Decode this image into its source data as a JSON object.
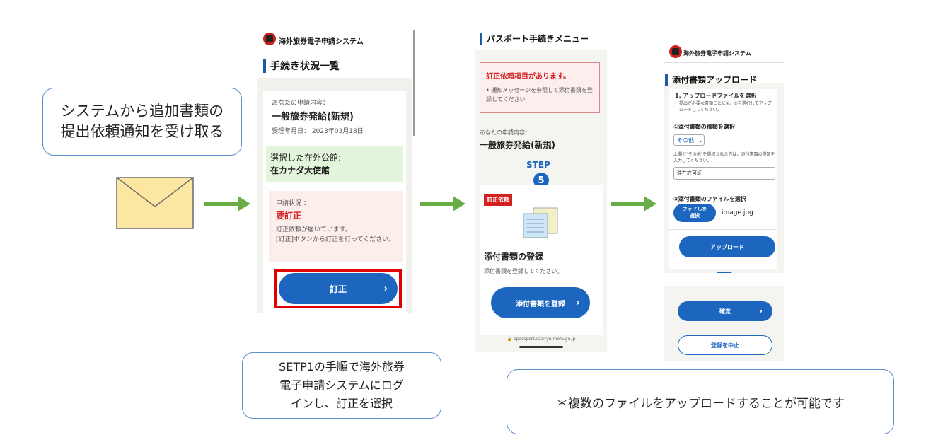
{
  "callout_receive": {
    "lines": [
      "システムから追加書類の",
      "提出依頼通知を受け取る"
    ]
  },
  "callout_login": {
    "lines": [
      "SETP1の手順で海外旅券",
      "電子申請システムにログ",
      "インし、訂正を選択"
    ]
  },
  "callout_multi": {
    "text": "＊複数のファイルをアップロードすることが可能です"
  },
  "colors": {
    "arrow": "#6aac46",
    "primary": "#1c66bf",
    "alert_red": "#d42020",
    "highlight_box": "#e00000"
  },
  "screen1": {
    "logo_text": "海外旅券電子申請システム",
    "title": "手続き状況一覧",
    "app_label": "あなたの申請内容：",
    "app_type": "一般旅券発給(新規)",
    "date_label": "受理年月日： 2023年03月18日",
    "embassy_label": "選択した在外公館:",
    "embassy_name": "在カナダ大使館",
    "status_label": "申請状況 ：",
    "status_value": "要訂正",
    "status_msg": "訂正依頼が届いています。\n[訂正]ボタンから訂正を行ってください。",
    "correct_button": "訂正"
  },
  "screen2": {
    "title": "パスポート手続きメニュー",
    "alert_title": "訂正依頼項目があります。",
    "alert_body": "通知メッセージを参照して添付書類を登録してください",
    "app_label": "あなたの申請内容：",
    "app_type": "一般旅券発給(新規)",
    "step_label": "STEP",
    "step_number": "5",
    "tag": "訂正依頼",
    "attach_title": "添付書類の登録",
    "attach_desc": "添付書類を登録してください。",
    "register_button": "添付書類を登録",
    "url": "epassport.ezairyu.mofa.go.jp"
  },
  "screen3": {
    "logo_text": "海外旅券電子申請システム",
    "title": "添付書類アップロード",
    "step1_title": "1. アップロードファイルを選択",
    "step1_desc": "提出が必要な書類ごとに①、②を選択してアップロードしてください。",
    "type_label": "①添付書類の種類を選択",
    "select_value": "その他",
    "other_desc": "上欄で\"その他\"を選択された方は、添付書類の種類を入力してください。",
    "other_input_value": "滞在許可証",
    "file_label": "②添付書類のファイルを選択",
    "file_button": "ファイルを\n選択",
    "file_name": "image.jpg",
    "upload_button": "アップロード",
    "confirm_button": "確定",
    "cancel_button": "登録を中止"
  }
}
